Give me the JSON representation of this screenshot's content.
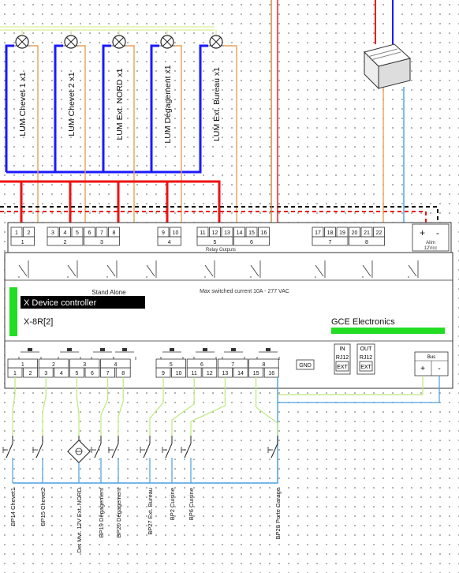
{
  "lamps": [
    {
      "label": "LUM Chevet 1 x1"
    },
    {
      "label": "LUM Chevet 2 x1"
    },
    {
      "label": "LUM Ext. NORD x1"
    },
    {
      "label": "LUM Dégagement x1"
    },
    {
      "label": "LUM Ext. Bureau x1"
    }
  ],
  "relay_terminals": [
    "1",
    "2",
    "3",
    "4",
    "5",
    "6",
    "7",
    "8",
    "9",
    "10",
    "11",
    "12",
    "13",
    "14",
    "15",
    "16",
    "17",
    "18",
    "19",
    "20",
    "21",
    "22"
  ],
  "relay_groups": [
    "1",
    "2",
    "3",
    "4",
    "5",
    "6",
    "7",
    "8"
  ],
  "relay_outputs_label": "Relay Outputs",
  "alim": {
    "plus": "+",
    "minus": "-",
    "label1": "Alim",
    "label2": "12Vcc"
  },
  "device": {
    "stand_alone": "Stand Alone",
    "name": "X Device controller",
    "model": "X-8R[2]",
    "max_current": "Max switched current  10A - 277 VAC",
    "brand": "GCE Electronics",
    "accent_color": "#22dd22"
  },
  "input_terminals": [
    "1",
    "2",
    "3",
    "4",
    "5",
    "6",
    "7",
    "8",
    "9",
    "10",
    "11",
    "12",
    "13",
    "14",
    "15",
    "16"
  ],
  "input_groups": [
    "1",
    "2",
    "3",
    "4",
    "5",
    "6",
    "7",
    "8"
  ],
  "gnd": "GND",
  "rj_in": {
    "title": "IN",
    "rj": "RJ12",
    "ext": "EXT"
  },
  "rj_out": {
    "title": "OUT",
    "rj": "RJ12",
    "ext": "EXT"
  },
  "bus": {
    "title": "Bus",
    "plus": "+",
    "minus": "-"
  },
  "inputs": [
    {
      "label": "BP14 Chevet1"
    },
    {
      "label": "BP15 Chevet2"
    },
    {
      "label": "Det Mvt. 12V Ext. NORD"
    },
    {
      "label": "BP19 Dégagement"
    },
    {
      "label": "BP20 Dégagement"
    },
    {
      "label": "BP27 Ext. Bureau"
    },
    {
      "label": "BP2 Cuisine"
    },
    {
      "label": "BP6 Cuisine"
    },
    {
      "label": "BP28 Porte Garage"
    }
  ]
}
